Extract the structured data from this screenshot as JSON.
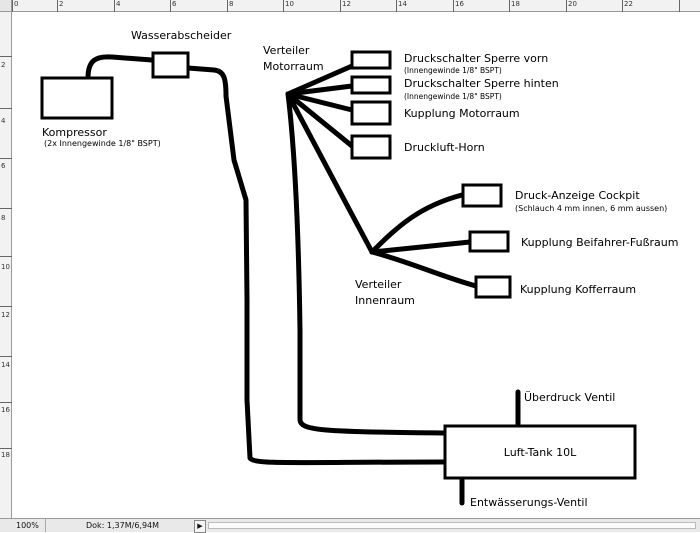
{
  "ruler": {
    "top_labels": [
      "0",
      "2",
      "4",
      "6",
      "8",
      "10",
      "12",
      "14",
      "16",
      "18",
      "20",
      "22"
    ],
    "left_labels": [
      "2",
      "4",
      "6",
      "8",
      "10",
      "12",
      "14",
      "16",
      "18"
    ]
  },
  "status": {
    "zoom": "100%",
    "doc": "Dok: 1,37M/6,94M",
    "arrow": "▶"
  },
  "diagram": {
    "kompressor": "Kompressor",
    "kompressor_note": "(2x Innengewinde 1/8\" BSPT)",
    "wasserabscheider": "Wasserabscheider",
    "verteiler_motorraum": [
      "Verteiler",
      "Motorraum"
    ],
    "verteiler_innenraum": [
      "Verteiler",
      "Innenraum"
    ],
    "druckschalter_vorn": "Druckschalter Sperre vorn",
    "druckschalter_vorn_note": "(Innengewinde 1/8\" BSPT)",
    "druckschalter_hinten": "Druckschalter Sperre hinten",
    "druckschalter_hinten_note": "(Innengewinde 1/8\" BSPT)",
    "kupplung_motorraum": "Kupplung Motorraum",
    "druckluft_horn": "Druckluft-Horn",
    "druck_anzeige": "Druck-Anzeige Cockpit",
    "druck_anzeige_note": "(Schlauch 4 mm innen, 6 mm aussen)",
    "kupplung_beifahrer": "Kupplung Beifahrer-Fußraum",
    "kupplung_kofferraum": "Kupplung Kofferraum",
    "ueberdruck_ventil": "Überdruck Ventil",
    "luft_tank": "Luft-Tank 10L",
    "entwaesserung": "Entwässerungs-Ventil"
  }
}
